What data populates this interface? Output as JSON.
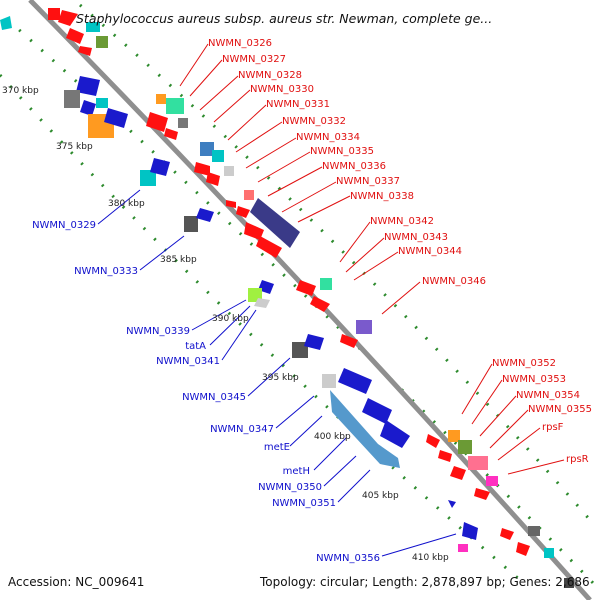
{
  "title": "Staphylococcus aureus subsp. aureus str. Newman, complete ge...",
  "accession": "Accession: NC_009641",
  "summary": "Topology: circular; Length: 2,878,897 bp; Genes: 2,686",
  "colors": {
    "backbone": "#999999",
    "ruler_dots": "#2e8b2e",
    "top_strand_label": "#e01010",
    "bottom_strand_label": "#1010cc",
    "kbp_label": "#222222"
  },
  "ruler": [
    "370 kbp",
    "375 kbp",
    "380 kbp",
    "385 kbp",
    "390 kbp",
    "395 kbp",
    "400 kbp",
    "405 kbp",
    "410 kbp"
  ],
  "labels_right": [
    "NWMN_0326",
    "NWMN_0327",
    "NWMN_0328",
    "NWMN_0330",
    "NWMN_0331",
    "NWMN_0332",
    "NWMN_0334",
    "NWMN_0335",
    "NWMN_0336",
    "NWMN_0337",
    "NWMN_0338",
    "NWMN_0342",
    "NWMN_0343",
    "NWMN_0344",
    "NWMN_0346",
    "NWMN_0352",
    "NWMN_0353",
    "NWMN_0354",
    "NWMN_0355",
    "rpsF",
    "rpsR"
  ],
  "labels_left": [
    "NWMN_0329",
    "NWMN_0333",
    "NWMN_0339",
    "tatA",
    "NWMN_0341",
    "NWMN_0345",
    "NWMN_0347",
    "metE",
    "metH",
    "NWMN_0350",
    "NWMN_0351",
    "NWMN_0356"
  ]
}
